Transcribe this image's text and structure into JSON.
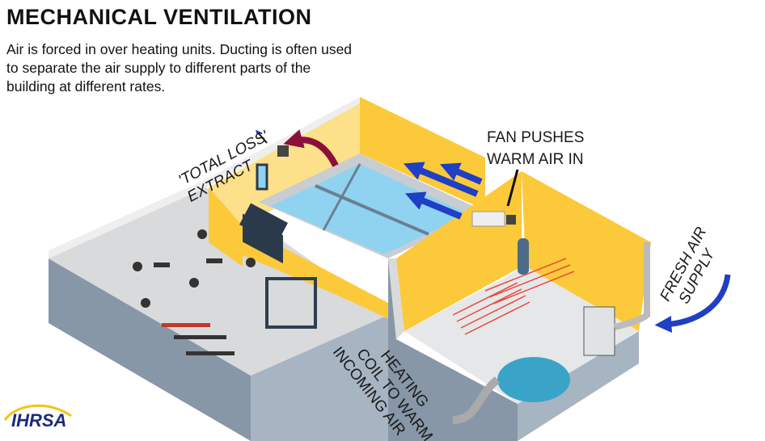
{
  "header": {
    "title": "MECHANICAL VENTILATION",
    "description": "Air is forced in over heating units. Ducting is often used to separate the air supply to different parts of the building at different rates."
  },
  "labels": {
    "extract_line1": "'TOTAL LOSS'",
    "extract_line2": "EXTRACT",
    "fan_line1": "FAN PUSHES",
    "fan_line2": "WARM AIR IN",
    "fresh_line1": "FRESH AIR",
    "fresh_line2": "SUPPLY",
    "coil_line1": "HEATING",
    "coil_line2": "COIL TO WARM",
    "coil_line3": "INCOMING AIR"
  },
  "logo": {
    "text": "IHRSA"
  },
  "colors": {
    "wall_yellow": "#fcc93a",
    "wall_light": "#fde08a",
    "floor_gray": "#d9dadc",
    "base_slate": "#8797a8",
    "pool_water": "#8fd3f0",
    "supply_arrow": "#1f3fc4",
    "extract_arrow": "#8b0f3a"
  }
}
